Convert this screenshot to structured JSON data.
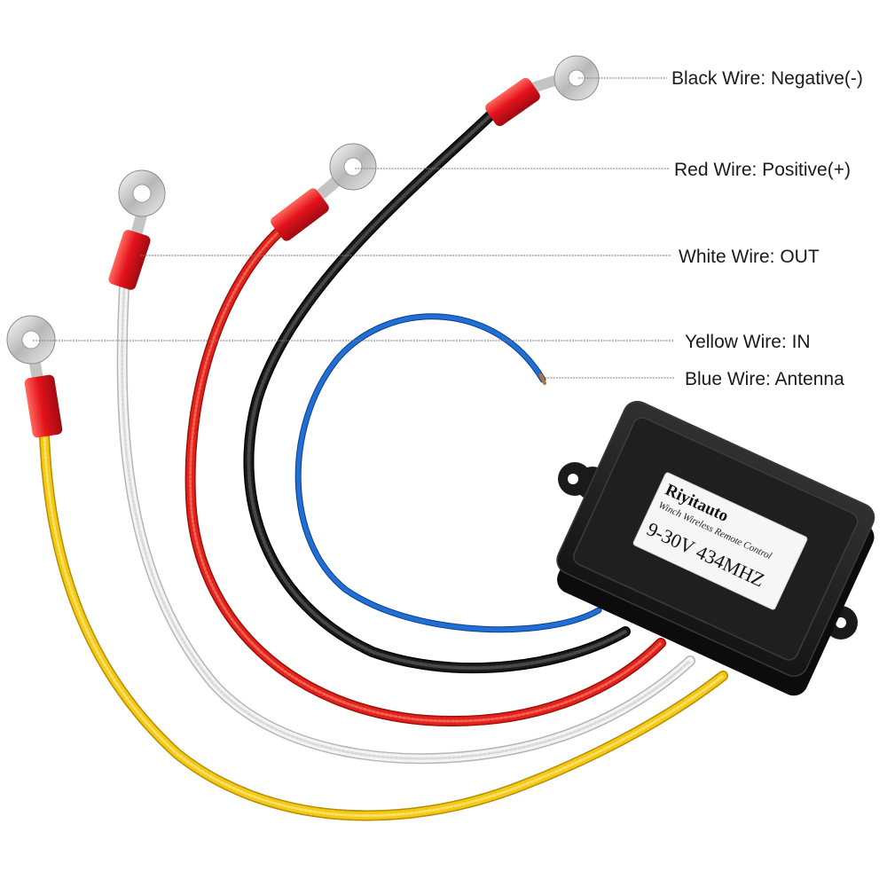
{
  "labels": {
    "black": "Black Wire: Negative(-)",
    "red": "Red Wire: Positive(+)",
    "white": "White Wire: OUT",
    "yellow": "Yellow Wire: IN",
    "blue": "Blue Wire: Antenna"
  },
  "device": {
    "brand": "Riyitauto",
    "description": "Winch Wireless Remote Control",
    "rating": "9-30V 434MHZ"
  },
  "colors": {
    "black_wire": "#1b1b1b",
    "red_wire": "#e2231a",
    "white_wire": "#f4f4f4",
    "yellow_wire": "#f6c812",
    "blue_wire": "#1f6fd6",
    "terminal_sleeve": "#e3121b",
    "receiver_box": "#1c1c1c"
  }
}
